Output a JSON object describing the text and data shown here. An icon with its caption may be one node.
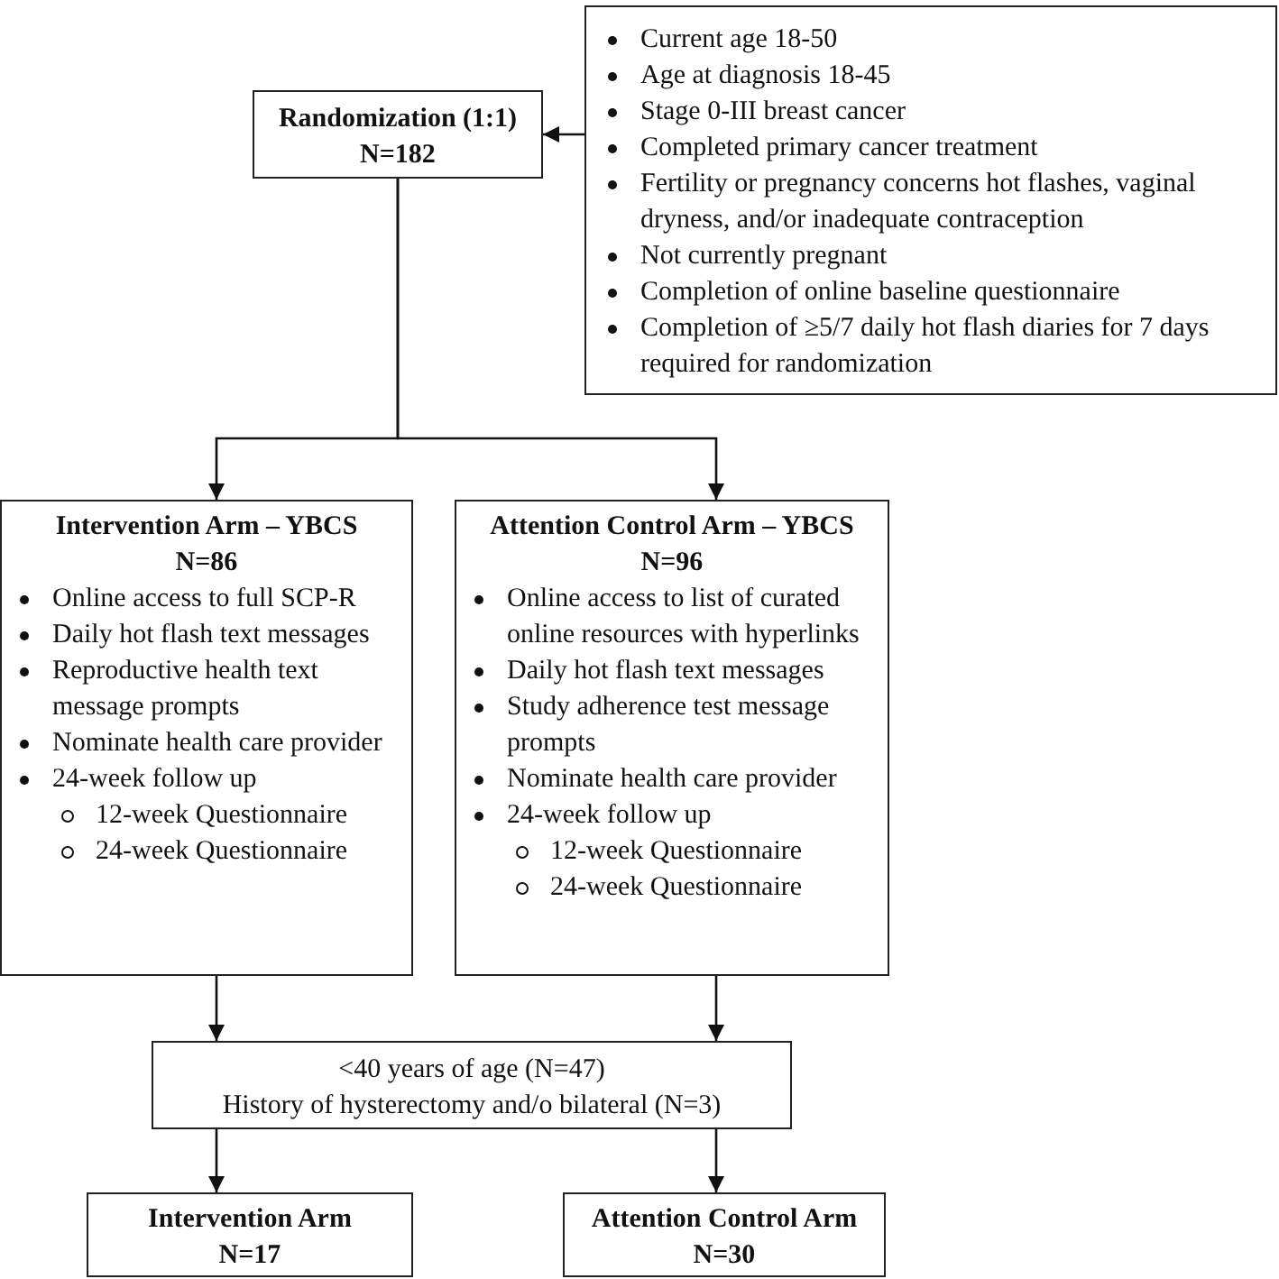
{
  "diagram": {
    "nodes": [
      {
        "text": [
          "Current age 18-50",
          "Age at diagnosis 18-45",
          "Stage 0-III breast cancer",
          "Completed primary cancer treatment",
          "Fertility or pregnancy concerns hot flashes, vaginal dryness, and/or inadequate contraception",
          "Not currently pregnant",
          "Completion of online baseline questionnaire",
          "Completion of ≥5/7 daily hot flash diaries for 7 days required for randomization"
        ]
      },
      {
        "text": [
          "Randomization (1:1)",
          "N=182"
        ]
      },
      {
        "text": [
          "Intervention Arm – YBCS",
          "N=86",
          "Online access to full SCP-R",
          "Daily hot flash text messages",
          "Reproductive health text message prompts",
          "Nominate health care provider",
          "24-week follow up",
          "12-week Questionnaire",
          "24-week Questionnaire"
        ]
      },
      {
        "text": [
          "Attention Control Arm – YBCS",
          "N=96",
          "Online access to list of curated online resources with hyperlinks",
          "Daily hot flash text messages",
          "Study adherence test message prompts",
          "Nominate health care provider",
          "24-week follow up",
          "12-week Questionnaire",
          "24-week Questionnaire"
        ]
      },
      {
        "text": [
          "<40 years of age (N=47)",
          "History of hysterectomy and/o bilateral (N=3)"
        ]
      },
      {
        "text": [
          "Intervention Arm",
          "N=17"
        ]
      },
      {
        "text": [
          "Attention Control Arm",
          "N=30"
        ]
      }
    ],
    "edges": [
      {
        "from": 0,
        "to": 1,
        "arrow": "to"
      },
      {
        "from": 1,
        "to": 2,
        "arrow": "to"
      },
      {
        "from": 1,
        "to": 3,
        "arrow": "to"
      },
      {
        "from": 2,
        "to": 4,
        "arrow": "to"
      },
      {
        "from": 3,
        "to": 4,
        "arrow": "to"
      },
      {
        "from": 4,
        "to": 5,
        "arrow": "to"
      },
      {
        "from": 4,
        "to": 6,
        "arrow": "to"
      }
    ]
  }
}
